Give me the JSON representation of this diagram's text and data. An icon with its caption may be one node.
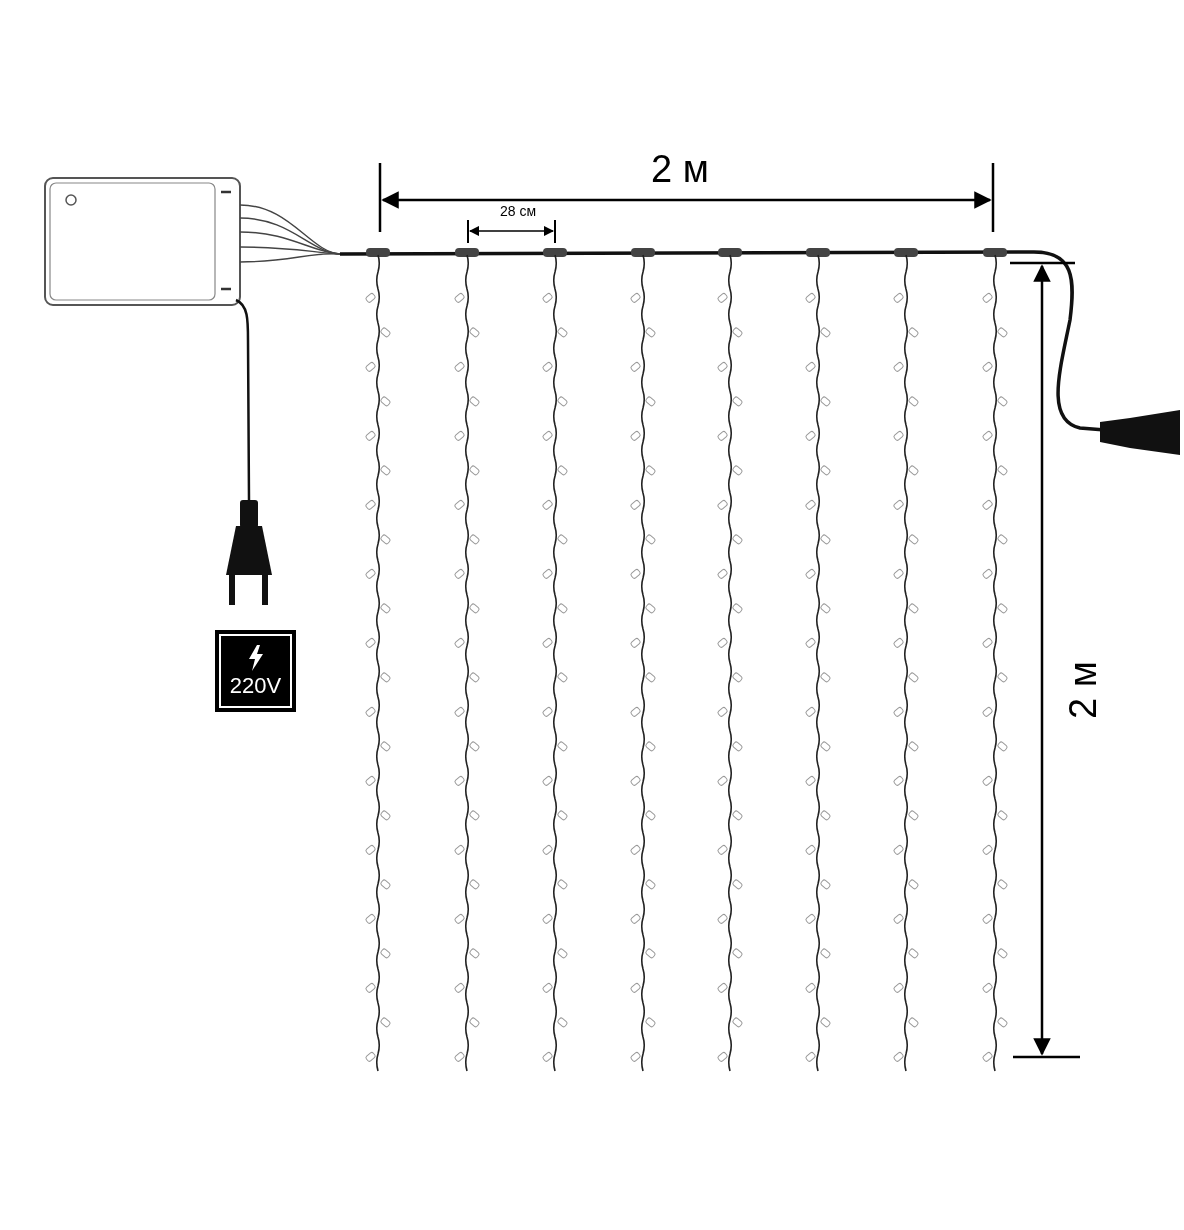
{
  "diagram": {
    "labels": [
      "2 м",
      "28 см",
      "2 м",
      "220V"
    ]
  }
}
